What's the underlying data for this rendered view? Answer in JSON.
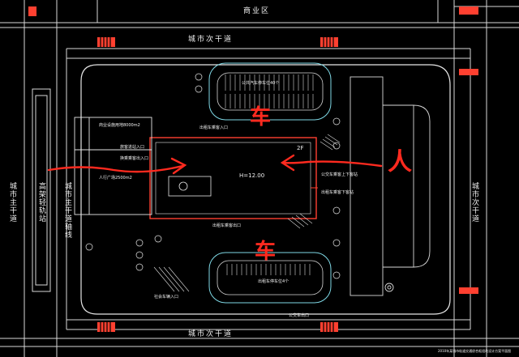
{
  "roads": {
    "top_district": "商业区",
    "north_road": "城市次干道",
    "south_road": "城市次干道",
    "west_main": "城市主干道",
    "west_rail": "高架轻轨站",
    "west_inner": "城市主干道轴线",
    "east_road": "城市次干道"
  },
  "building": {
    "height_label": "H=12.00",
    "floor_label": "2F"
  },
  "plan_labels": {
    "bus_lot_north": "公共汽车停车位40个",
    "taxi_lot_south": "出租车停车位4个",
    "taxi_in": "出租车乘客入口",
    "taxi_out": "出租车乘客出口",
    "plaza": "人行广场2500m2",
    "commercial": "商业设施用地8000m2",
    "entry1": "旅客进站入口",
    "entry2": "换乘乘客出入口",
    "side1": "公交车乘客上下客站",
    "side2": "出租车乘客下客站",
    "bottom_label": "公交车出口",
    "bottom_label2": "社会车辆入口",
    "scale_note": "2010年某城市轨道交通综合枢纽站设计方案平面图"
  },
  "annotations": {
    "car_top": "车",
    "car_bottom": "车",
    "person": "人"
  },
  "colors": {
    "background": "#000000",
    "line_white": "#e6e6e6",
    "line_red": "#ff4030",
    "line_cyan": "#7fd9e6",
    "annotation": "#ff2a1f"
  }
}
